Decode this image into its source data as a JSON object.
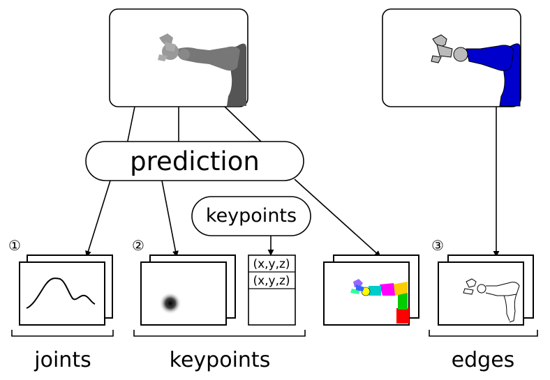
{
  "prediction_label": "prediction",
  "keypoints_bubble_label": "keypoints",
  "coords": [
    "(x,y,z)",
    "(x,y,z)"
  ],
  "markers": [
    "①",
    "②",
    "③"
  ],
  "group_labels": {
    "joints": "joints",
    "keypoints": "keypoints",
    "edges": "edges"
  },
  "colors": {
    "stroke": "#000000",
    "robot_gray": "#555555",
    "robot_blue": "#0000cc",
    "robot_light_gray": "#bbbbbb"
  }
}
